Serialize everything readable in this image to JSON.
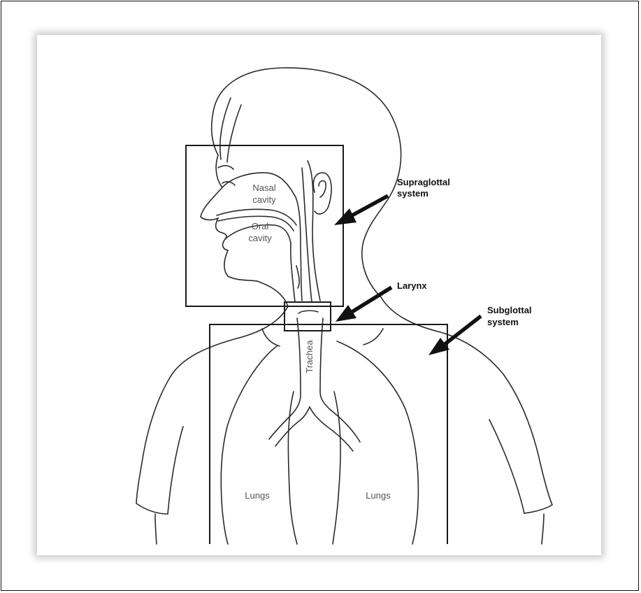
{
  "figure": {
    "labels": {
      "nasal_line1": "Nasal",
      "nasal_line2": "cavity",
      "oral_line1": "Oral",
      "oral_line2": "cavity",
      "trachea": "Trachea",
      "lungs_left": "Lungs",
      "lungs_right": "Lungs"
    },
    "callouts": {
      "supraglottal_line1": "Supraglottal",
      "supraglottal_line2": "system",
      "larynx": "Larynx",
      "subglottal_line1": "Subglottal",
      "subglottal_line2": "system"
    }
  },
  "colors": {
    "outline": "#2a2a2a",
    "label_text": "#555555",
    "callout_text": "#111111",
    "frame": "#111111"
  }
}
